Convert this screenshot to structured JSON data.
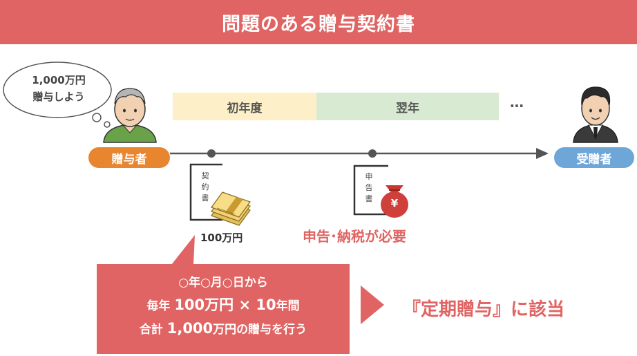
{
  "title": "問題のある贈与契約書",
  "speech_bubble": {
    "line1": "1,000万円",
    "line2": "贈与しよう"
  },
  "giver_label": "贈与者",
  "recipient_label": "受贈者",
  "timeline": {
    "first_year_label": "初年度",
    "next_year_label": "翌年",
    "ellipsis": "…"
  },
  "contract_doc": {
    "line1": "契",
    "line2": "約",
    "line3": "書"
  },
  "contract_amount": "100万円",
  "tax_return_doc": {
    "line1": "申",
    "line2": "告",
    "line3": "書"
  },
  "yen_symbol": "¥",
  "tax_note": "申告･納税が必要",
  "callout": {
    "line1": "○年○月○日から",
    "line2_prefix": "毎年 ",
    "line2_amount": "100万円 × 10",
    "line2_suffix": "年間",
    "line3_prefix": "合計 ",
    "line3_amount": "1,000",
    "line3_suffix": "万円の贈与を行う"
  },
  "result": "『定期贈与』に該当",
  "colors": {
    "accent_red": "#e06463",
    "giver_orange": "#e8862f",
    "recipient_blue": "#6fa6d8",
    "first_year_fill": "#fdefc8",
    "next_year_fill": "#d9ead3"
  }
}
